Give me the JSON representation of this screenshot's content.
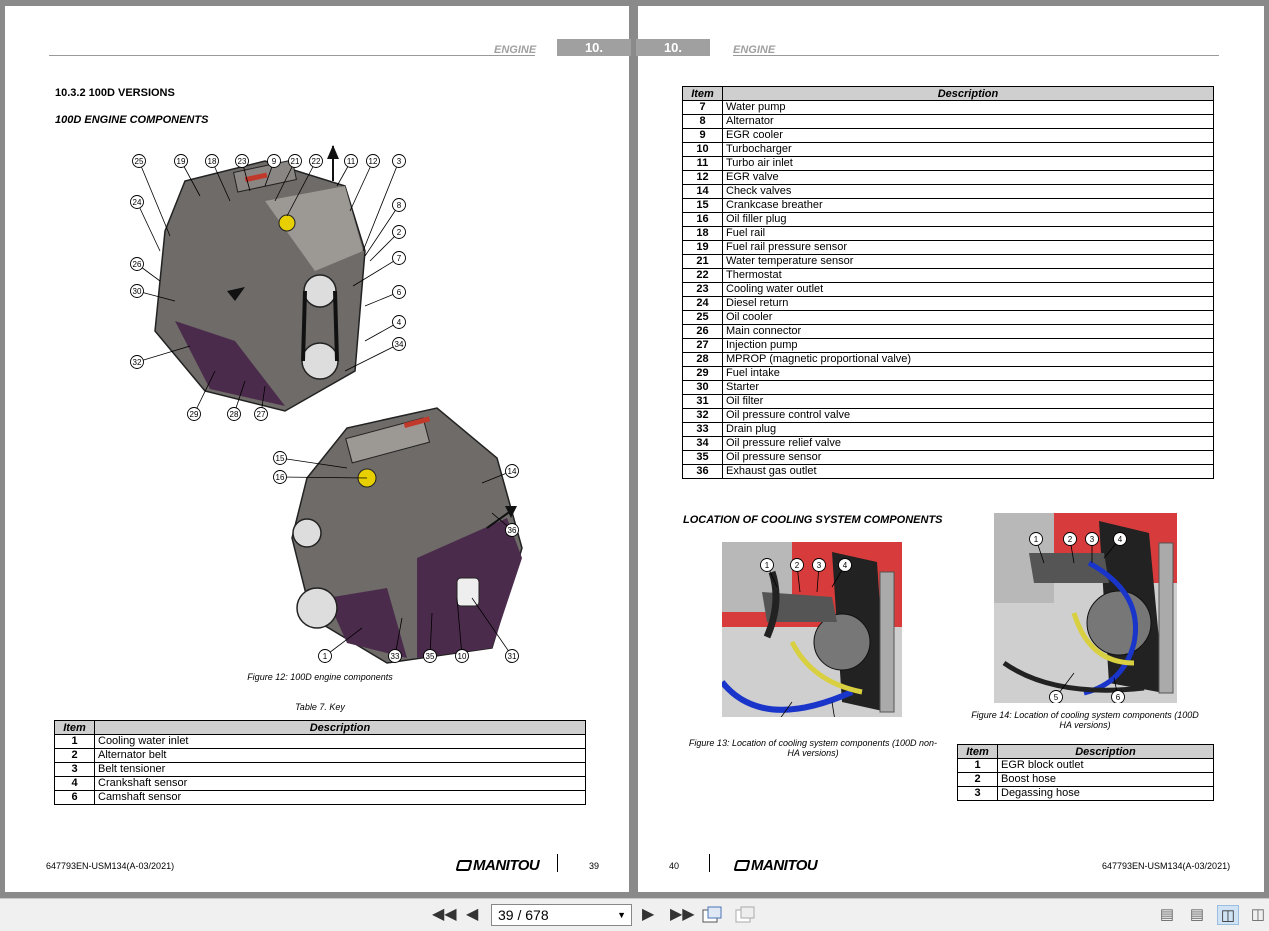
{
  "left_page": {
    "header_word": "ENGINE",
    "header_num": "10.",
    "section_title": "10.3.2 100D VERSIONS",
    "subsection_title": "100D ENGINE COMPONENTS",
    "figure_caption": "Figure 12: 100D engine components",
    "table_caption": "Table 7.    Key",
    "table_headers": [
      "Item",
      "Description"
    ],
    "rows": [
      [
        "1",
        "Cooling water inlet"
      ],
      [
        "2",
        "Alternator belt"
      ],
      [
        "3",
        "Belt tensioner"
      ],
      [
        "4",
        "Crankshaft sensor"
      ],
      [
        "6",
        "Camshaft sensor"
      ]
    ],
    "callouts_top": [
      "25",
      "19",
      "18",
      "23",
      "9",
      "21",
      "22",
      "11",
      "12",
      "3",
      "8",
      "2",
      "7",
      "6",
      "4",
      "34",
      "24",
      "26",
      "30",
      "32",
      "29",
      "28",
      "27"
    ],
    "callouts_bottom": [
      "15",
      "16",
      "14",
      "36",
      "1",
      "33",
      "35",
      "10",
      "31"
    ],
    "footer_code": "647793EN-USM134(A-03/2021)",
    "footer_logo": "MANITOU",
    "page_number": "39"
  },
  "right_page": {
    "header_word": "ENGINE",
    "header_num": "10.",
    "table_headers": [
      "Item",
      "Description"
    ],
    "rows": [
      [
        "7",
        "Water pump"
      ],
      [
        "8",
        "Alternator"
      ],
      [
        "9",
        "EGR cooler"
      ],
      [
        "10",
        "Turbocharger"
      ],
      [
        "11",
        "Turbo air inlet"
      ],
      [
        "12",
        "EGR valve"
      ],
      [
        "14",
        "Check valves"
      ],
      [
        "15",
        "Crankcase breather"
      ],
      [
        "16",
        "Oil filler plug"
      ],
      [
        "18",
        "Fuel rail"
      ],
      [
        "19",
        "Fuel rail pressure sensor"
      ],
      [
        "21",
        "Water temperature sensor"
      ],
      [
        "22",
        "Thermostat"
      ],
      [
        "23",
        "Cooling water outlet"
      ],
      [
        "24",
        "Diesel return"
      ],
      [
        "25",
        "Oil cooler"
      ],
      [
        "26",
        "Main connector"
      ],
      [
        "27",
        "Injection pump"
      ],
      [
        "28",
        "MPROP (magnetic proportional valve)"
      ],
      [
        "29",
        "Fuel intake"
      ],
      [
        "30",
        "Starter"
      ],
      [
        "31",
        "Oil filter"
      ],
      [
        "32",
        "Oil pressure control valve"
      ],
      [
        "33",
        "Drain plug"
      ],
      [
        "34",
        "Oil pressure relief valve"
      ],
      [
        "35",
        "Oil pressure sensor"
      ],
      [
        "36",
        "Exhaust gas outlet"
      ]
    ],
    "cooling_title": "LOCATION OF COOLING SYSTEM COMPONENTS",
    "fig13_caption": "Figure 13: Location of cooling system components (100D non-HA versions)",
    "fig14_caption": "Figure 14: Location of cooling system components (100D HA versions)",
    "fig_callouts": [
      "1",
      "2",
      "3",
      "4",
      "5",
      "6"
    ],
    "cooling_rows": [
      [
        "1",
        "EGR block outlet"
      ],
      [
        "2",
        "Boost hose"
      ],
      [
        "3",
        "Degassing hose"
      ]
    ],
    "footer_code": "647793EN-USM134(A-03/2021)",
    "footer_logo": "MANITOU",
    "page_number": "40"
  },
  "toolbar": {
    "first_icon": "first-page-icon",
    "prev_icon": "previous-page-icon",
    "page_display": "39 / 678",
    "next_icon": "next-page-icon",
    "last_icon": "last-page-icon",
    "view_modes": [
      "single-page-icon",
      "continuous-icon",
      "two-page-icon",
      "two-page-continuous-icon"
    ]
  }
}
